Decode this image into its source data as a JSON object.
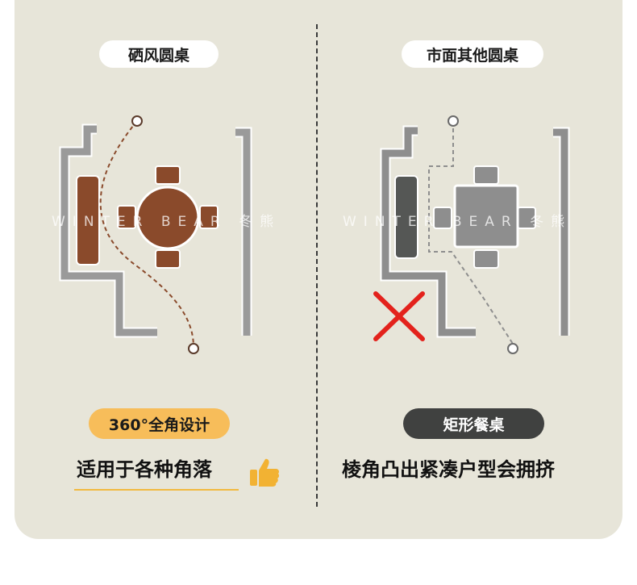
{
  "left": {
    "title": "硒风圆桌",
    "badge": "360°全角设计",
    "caption": "适用于各种角落",
    "badge_color": "#f7bd5a",
    "table_color": "#8a4a2b"
  },
  "right": {
    "title": "市面其他圆桌",
    "badge": "矩形餐桌",
    "caption": "棱角凸出紧凑户型会拥挤",
    "badge_color": "#404140",
    "table_color": "#8e8e8e"
  },
  "watermark": "WINTER BEAR 冬熊",
  "icons": [
    "thumbs-up-icon",
    "cross-mark-icon"
  ]
}
